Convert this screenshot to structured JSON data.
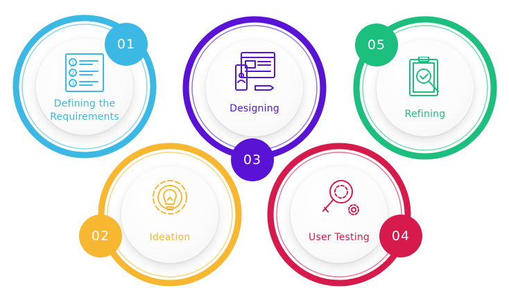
{
  "steps": [
    {
      "number": "01",
      "label_line1": "Defining the",
      "label_line2": "Requirements",
      "color": "#3BB8E3",
      "icon": "checklist-icon"
    },
    {
      "number": "02",
      "label_line1": "Ideation",
      "label_line2": "",
      "color": "#F7B731",
      "icon": "lightbulb-gear-icon"
    },
    {
      "number": "03",
      "label_line1": "Designing",
      "label_line2": "",
      "color": "#5A12D4",
      "icon": "design-tools-icon"
    },
    {
      "number": "04",
      "label_line1": "User Testing",
      "label_line2": "",
      "color": "#D61A4B",
      "icon": "magnifier-gears-icon"
    },
    {
      "number": "05",
      "label_line1": "Refining",
      "label_line2": "",
      "color": "#1DBF7E",
      "icon": "clipboard-check-icon"
    }
  ]
}
